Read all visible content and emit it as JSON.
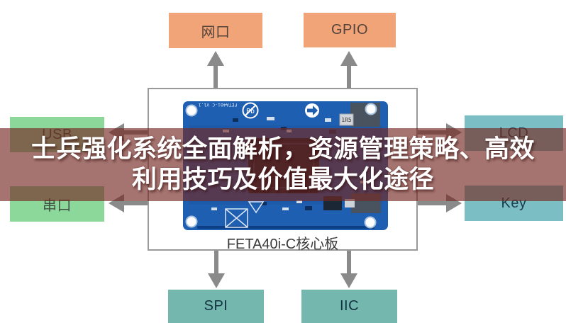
{
  "diagram": {
    "title_overlay": {
      "line1": "士兵强化系统全面解析，资源管理策略、高效",
      "line2": "利用技巧及价值最大化途径"
    },
    "center": {
      "label": "FETA40i-C核心板",
      "pcb": {
        "silkscreen_top": "FETA40i-C V1.1",
        "pbfree_label": "Pb",
        "inductor_label": "1R5"
      }
    },
    "peripherals": {
      "top": [
        {
          "id": "ethernet",
          "label": "网口"
        },
        {
          "id": "gpio",
          "label": "GPIO"
        }
      ],
      "left": [
        {
          "id": "usb",
          "label": "USB"
        },
        {
          "id": "serial",
          "label": "串口"
        }
      ],
      "right": [
        {
          "id": "lcd",
          "label": "LCD"
        },
        {
          "id": "key",
          "label": "Key"
        }
      ],
      "bottom": [
        {
          "id": "spi",
          "label": "SPI"
        },
        {
          "id": "iic",
          "label": "IIC"
        }
      ]
    }
  },
  "palette": {
    "box-top": "#F0A478",
    "box-left": "#8CD89B",
    "box-right": "#7BBFC4",
    "box-bottom": "#74B7AF",
    "label-top": "#54433a",
    "label-left": "#3f5244",
    "label-right": "#1b3c4c",
    "label-bottom": "#12323e",
    "arrow": "#8a8a8a",
    "frame-border": "#999999",
    "overlay-bg": "rgba(117,41,35,0.65)",
    "overlay-text": "#ffffff",
    "pcb-blue": "#1f5fb2",
    "center-label": "#3b3b3b"
  }
}
